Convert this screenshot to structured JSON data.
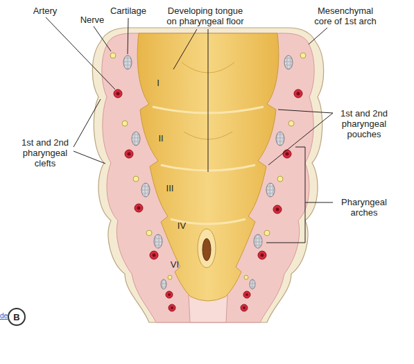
{
  "diagram": {
    "nodes": [
      {
        "text": [
          "B"
        ]
      }
    ],
    "labels": [
      "Artery",
      "Nerve",
      "Cartilage",
      "Developing tongue on pharyngeal floor",
      "Mesenchymal core of 1st arch",
      "1st and 2nd pharyngeal pouches",
      "1st and 2nd pharyngeal clefts",
      "Pharyngeal arches",
      "I",
      "II",
      "III",
      "IV",
      "VI",
      "de"
    ]
  }
}
